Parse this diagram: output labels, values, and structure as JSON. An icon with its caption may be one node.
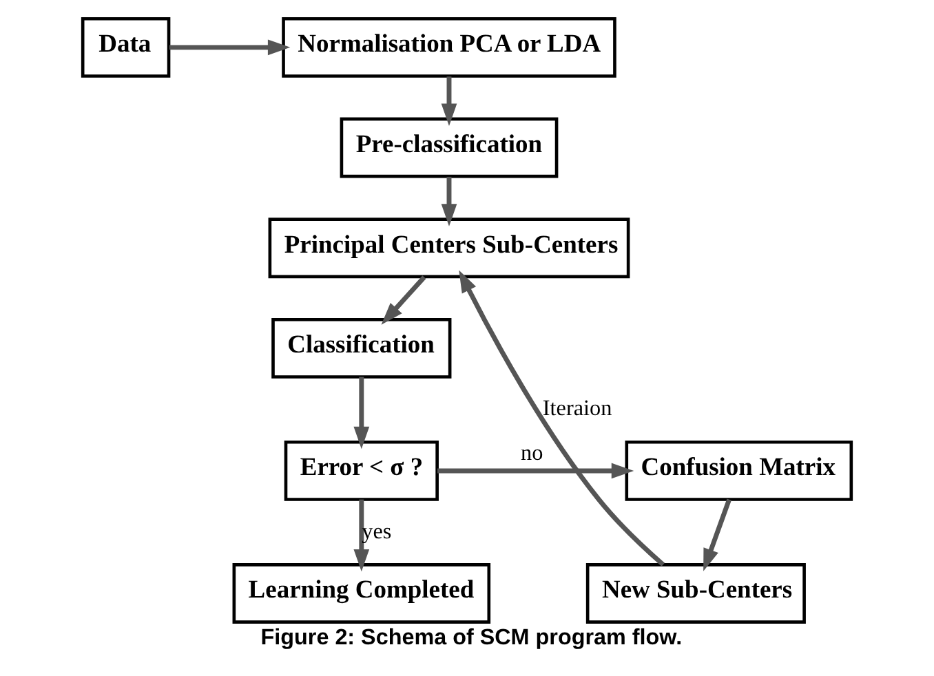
{
  "diagram": {
    "caption": "Figure 2: Schema of SCM program flow.",
    "nodes": [
      {
        "text": [
          "Data"
        ]
      },
      {
        "text": [
          "Normalisation PCA or LDA"
        ]
      },
      {
        "text": [
          "Pre-classification"
        ]
      },
      {
        "text": [
          "Principal Centers Sub-Centers"
        ]
      },
      {
        "text": [
          "Classification"
        ]
      },
      {
        "text": [
          "Error < σ ?"
        ]
      },
      {
        "text": [
          "Learning Completed"
        ]
      },
      {
        "text": [
          "Confusion Matrix"
        ]
      },
      {
        "text": [
          "New Sub-Centers"
        ]
      }
    ],
    "edges": [
      {
        "from": 0,
        "to": 1,
        "arrow": "to"
      },
      {
        "from": 1,
        "to": 2,
        "arrow": "to"
      },
      {
        "from": 2,
        "to": 3,
        "arrow": "to"
      },
      {
        "from": 3,
        "to": 4,
        "arrow": "to"
      },
      {
        "from": 4,
        "to": 5,
        "arrow": "to"
      },
      {
        "from": 5,
        "to": 6,
        "arrow": "to",
        "label": "yes"
      },
      {
        "from": 5,
        "to": 7,
        "arrow": "to",
        "label": "no"
      },
      {
        "from": 7,
        "to": 8,
        "arrow": "to"
      },
      {
        "from": 8,
        "to": 3,
        "arrow": "to",
        "label": "Iteraion"
      }
    ]
  }
}
